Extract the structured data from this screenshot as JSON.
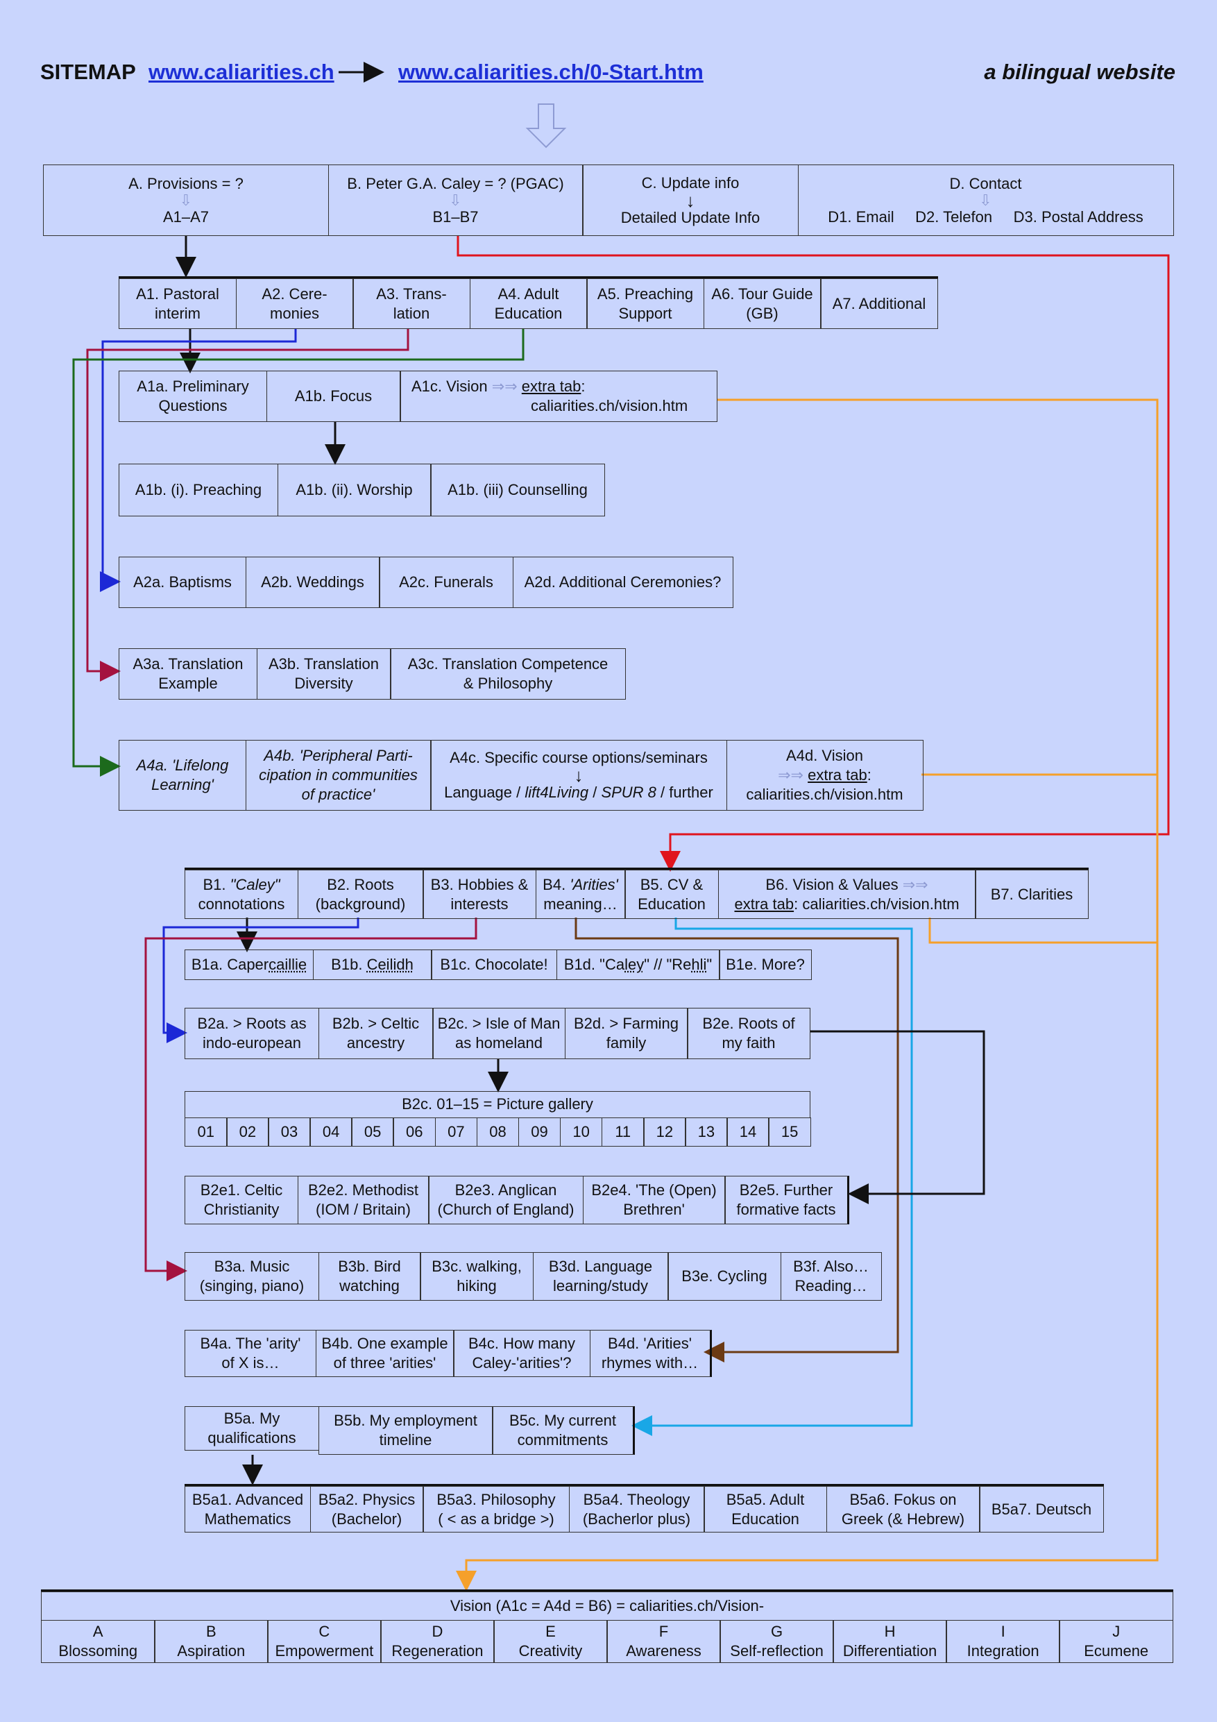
{
  "header": {
    "sitemap_label": "SITEMAP",
    "url_root": "www.caliarities.ch",
    "url_start": "www.caliarities.ch/0-Start.htm",
    "tagline": "a bilingual website",
    "arrow": "⟶"
  },
  "top": {
    "a_title": "A. Provisions = ?",
    "a_sub": "A1–A7",
    "b_title": "B. Peter G.A. Caley = ? (PGAC)",
    "b_sub": "B1–B7",
    "c_title": "C. Update info",
    "c_sub": "Detailed Update Info",
    "d_title": "D. Contact",
    "d_email": "D1. Email",
    "d_tel": "D2. Telefon",
    "d_post": "D3. Postal Address"
  },
  "a_row": [
    "A1. Pastoral\ninterim",
    "A2. Cere-\nmonies",
    "A3. Trans-\nlation",
    "A4. Adult\nEducation",
    "A5. Preaching\nSupport",
    "A6. Tour Guide\n(GB)",
    "A7. Additional"
  ],
  "a1_row": {
    "a1a": "A1a. Preliminary\nQuestions",
    "a1b": "A1b. Focus",
    "a1c_label": "A1c. Vision",
    "a1c_tab": "extra tab",
    "a1c_url": "caliarities.ch/vision.htm"
  },
  "a1b_row": [
    "A1b. (i). Preaching",
    "A1b. (ii). Worship",
    "A1b. (iii) Counselling"
  ],
  "a2_row": [
    "A2a. Baptisms",
    "A2b. Weddings",
    "A2c. Funerals",
    "A2d. Additional Ceremonies?"
  ],
  "a3_row": [
    "A3a. Translation\nExample",
    "A3b. Translation\nDiversity",
    "A3c. Translation Competence\n& Philosophy"
  ],
  "a4_row": {
    "a4a": "A4a. 'Lifelong\nLearning'",
    "a4b": "A4b. 'Peripheral Parti-\ncipation in communities\nof practice'",
    "a4c_title": "A4c. Specific course options/seminars",
    "a4c_lang": "Language",
    "a4c_l4l": "lift4Living",
    "a4c_spur": "SPUR 8",
    "a4c_further": "further",
    "a4d_title": "A4d. Vision",
    "a4d_tab": "extra tab",
    "a4d_url": "caliarities.ch/vision.htm"
  },
  "b_row": {
    "b1_pre": "B1.",
    "b1_em": "\"Caley\"",
    "b1_post": "connotations",
    "b2": "B2. Roots\n(background)",
    "b3": "B3. Hobbies &\ninterests",
    "b4_pre": "B4.",
    "b4_em": "'Arities'",
    "b4_post": "meaning…",
    "b5": "B5. CV &\nEducation",
    "b6_title": "B6. Vision & Values",
    "b6_tab": "extra tab",
    "b6_url": "caliarities.ch/vision.htm",
    "b7": "B7. Clarities"
  },
  "b1_row": {
    "b1a_pre": "B1a. Caper",
    "b1a_dot": "caillie",
    "b1b_pre": "B1b.",
    "b1b_dot": "Ceilidh",
    "b1c": "B1c. Chocolate!",
    "b1d_a": "B1d. \"Ca",
    "b1d_b": "ley",
    "b1d_c": "\" // \"Re",
    "b1d_d": "hli",
    "b1d_e": "\"",
    "b1e": "B1e. More?"
  },
  "b2_row": [
    "B2a. > Roots as\nindo-european",
    "B2b. > Celtic\nancestry",
    "B2c. > Isle of Man\nas homeland",
    "B2d. > Farming\nfamily",
    "B2e. Roots of\nmy faith"
  ],
  "gallery": {
    "title": "B2c. 01–15 = Picture gallery",
    "items": [
      "01",
      "02",
      "03",
      "04",
      "05",
      "06",
      "07",
      "08",
      "09",
      "10",
      "11",
      "12",
      "13",
      "14",
      "15"
    ]
  },
  "b2e_row": [
    "B2e1. Celtic\nChristianity",
    "B2e2. Methodist\n(IOM / Britain)",
    "B2e3. Anglican\n(Church of England)",
    "B2e4. 'The (Open)\nBrethren'",
    "B2e5. Further\nformative facts"
  ],
  "b3_row": [
    "B3a. Music\n(singing, piano)",
    "B3b. Bird\nwatching",
    "B3c. walking,\nhiking",
    "B3d. Language\nlearning/study",
    "B3e. Cycling",
    "B3f. Also…\nReading…"
  ],
  "b4_row": [
    "B4a. The 'arity'\nof X is…",
    "B4b. One example\nof three 'arities'",
    "B4c. How many\nCaley-'arities'?",
    "B4d. 'Arities'\nrhymes with…"
  ],
  "b5_row": [
    "B5a. My\nqualifications",
    "B5b. My employment\ntimeline",
    "B5c. My current\ncommitments"
  ],
  "b5a_row": [
    "B5a1. Advanced\nMathematics",
    "B5a2. Physics\n(Bachelor)",
    "B5a3. Philosophy\n( < as a bridge >)",
    "B5a4. Theology\n(Bacherlor plus)",
    "B5a5. Adult\nEducation",
    "B5a6. Fokus on\nGreek (& Hebrew)",
    "B5a7. Deutsch"
  ],
  "vision": {
    "title": "Vision (A1c = A4d = B6) = caliarities.ch/Vision-",
    "items": [
      {
        "letter": "A",
        "word": "Blossoming"
      },
      {
        "letter": "B",
        "word": "Aspiration"
      },
      {
        "letter": "C",
        "word": "Empowerment"
      },
      {
        "letter": "D",
        "word": "Regeneration"
      },
      {
        "letter": "E",
        "word": "Creativity"
      },
      {
        "letter": "F",
        "word": "Awareness"
      },
      {
        "letter": "G",
        "word": "Self-reflection"
      },
      {
        "letter": "H",
        "word": "Differentiation"
      },
      {
        "letter": "I",
        "word": "Integration"
      },
      {
        "letter": "J",
        "word": "Ecumene"
      }
    ]
  },
  "colors": {
    "background": "#c9d5fd",
    "link": "#1d2fd6",
    "red": "#e0141d",
    "orange": "#f5a02a",
    "blue": "#1c28d6",
    "maroon": "#a4123f",
    "green": "#1c6a1c",
    "brown": "#6b3a14",
    "cyan": "#19a7e6",
    "black": "#111111"
  }
}
